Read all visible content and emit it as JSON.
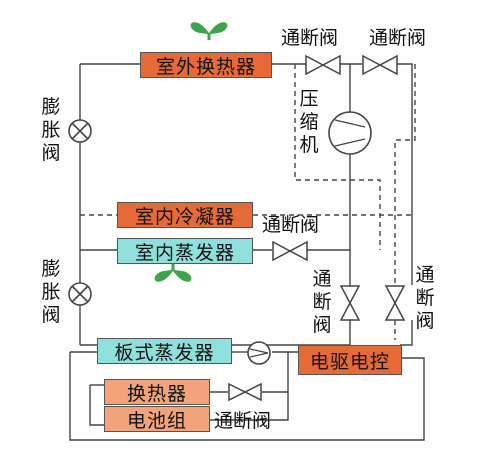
{
  "components": {
    "outdoor_hx": "室外换热器",
    "indoor_condenser": "室内冷凝器",
    "indoor_evaporator": "室内蒸发器",
    "plate_evaporator": "板式蒸发器",
    "motor_control": "电驱电控",
    "heat_exchanger": "换热器",
    "battery_pack": "电池组",
    "compressor": "压缩机"
  },
  "valves": {
    "shutoff_1": "通断阀",
    "shutoff_2": "通断阀",
    "shutoff_3": "通断阀",
    "shutoff_4": "通断阀",
    "shutoff_5": "通断阀",
    "shutoff_6": "通断阀",
    "expansion_1": "膨胀阀",
    "expansion_2": "膨胀阀"
  },
  "colors": {
    "orange": "#e56a38",
    "cyan": "#8fe0dd",
    "peach": "#f3a37a",
    "fan_green": "#3ea34a"
  },
  "icons": [
    "fan-icon",
    "valve-icon",
    "expansion-valve-icon",
    "compressor-icon",
    "pump-icon"
  ]
}
